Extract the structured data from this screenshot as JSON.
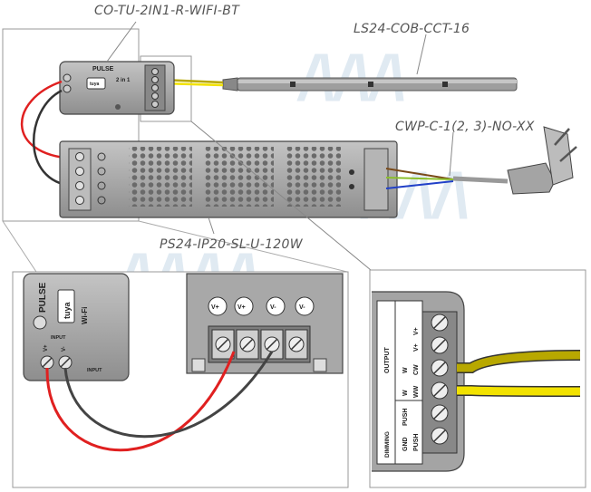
{
  "labels": {
    "controller": "CO-TU-2IN1-R-WIFI-BT",
    "strip": "LS24-COB-CCT-16",
    "cable": "CWP-C-1(2, 3)-NO-XX",
    "psu": "PS24-IP20-SL-U-120W"
  },
  "controller": {
    "brand": "PULSE",
    "app": "tuya",
    "mode": "2 in 1",
    "radio": "Wi-Fi",
    "input_label": "INPUT",
    "input_plus": "V+",
    "input_minus": "V-"
  },
  "psu_terminals": [
    "V+",
    "V+",
    "V-",
    "V-"
  ],
  "connector": {
    "output_group": "OUTPUT",
    "dimming_group": "DIMMING",
    "rows": [
      {
        "left": "",
        "right": "V+"
      },
      {
        "left": "",
        "right": "V+"
      },
      {
        "left": "W",
        "right": "CW"
      },
      {
        "left": "W",
        "right": "WW"
      },
      {
        "left": "PUSH",
        "right": ""
      },
      {
        "left": "GND",
        "right": "PUSH"
      }
    ]
  },
  "colors": {
    "positive_wire": "#e02020",
    "negative_wire": "#333333",
    "cw_wire": "#b8a800",
    "ww_wire": "#f2e200",
    "device_body": "#a9a9a9",
    "watermark": "#dde8f1"
  }
}
